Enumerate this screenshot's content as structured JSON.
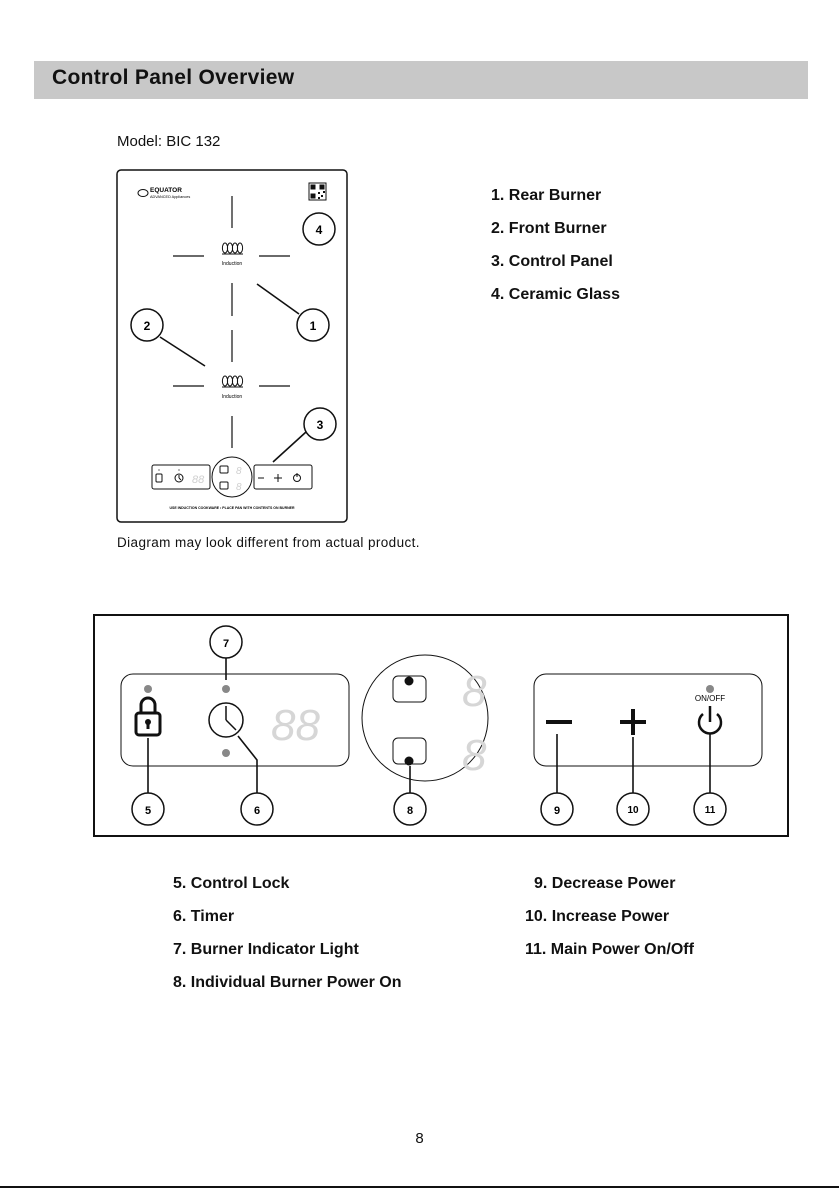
{
  "header": {
    "title": "Control Panel Overview"
  },
  "model_label": "Model: BIC 132",
  "diagram_caption": "Diagram may look different  from actual product.",
  "cooktop": {
    "brand": "EQUATOR",
    "brand_sub": "ADVANCED Appliances",
    "burner_label": "Induction",
    "footer_text": "USE INDUCTION COOKWARE • PLACE PAN WITH CONTENTS ON BURNER"
  },
  "callouts_top": [
    "1",
    "2",
    "3",
    "4"
  ],
  "legend_top": [
    "1. Rear Burner",
    "2. Front Burner",
    "3. Control Panel",
    "4. Ceramic Glass"
  ],
  "panel": {
    "on_off_label": "ON/OFF",
    "timer_digits": "88",
    "burner_digit": "8"
  },
  "callouts_panel": [
    "5",
    "6",
    "7",
    "8",
    "9",
    "10",
    "11"
  ],
  "legend_bottom_left": [
    "5. Control Lock",
    "6. Timer",
    "7. Burner Indicator Light",
    "8. Individual Burner Power On"
  ],
  "legend_bottom_right": [
    "9. Decrease Power",
    "10. Increase Power",
    "11. Main Power On/Off"
  ],
  "page_number": "8",
  "colors": {
    "header_bar": "#c8c8c8",
    "indicator_dot": "#888888",
    "segment_digit": "#d6d6d6"
  }
}
